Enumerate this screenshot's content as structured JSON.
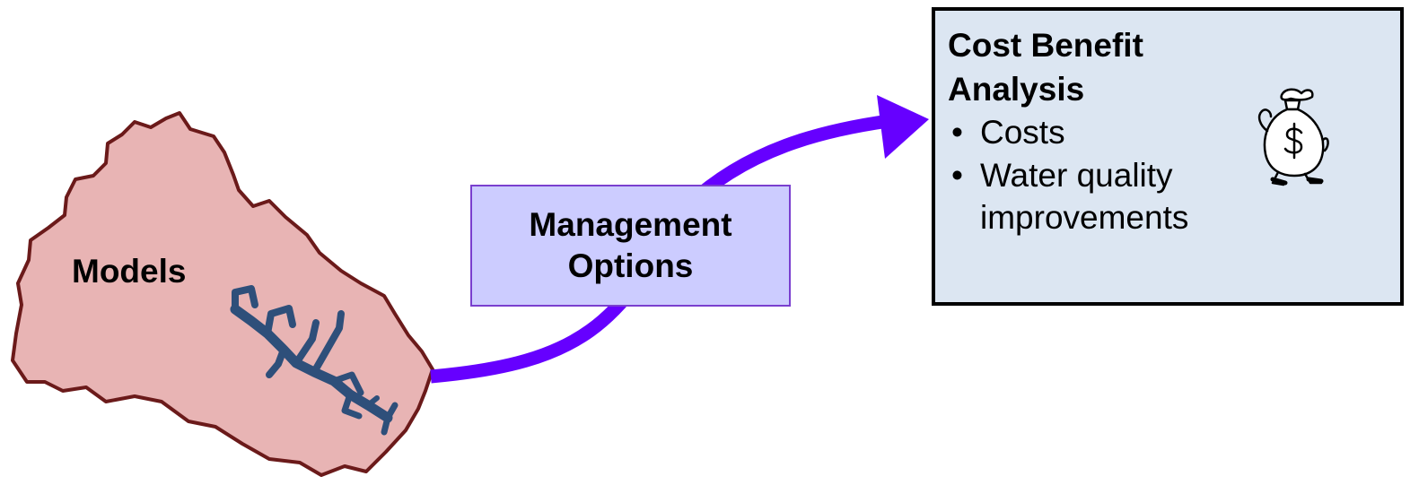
{
  "models": {
    "label": "Models"
  },
  "management": {
    "line1": "Management",
    "line2": "Options"
  },
  "cba": {
    "title_line1": "Cost Benefit",
    "title_line2": "Analysis",
    "bullets": [
      "Costs",
      "Water quality improvements"
    ],
    "bullet_char": "•"
  },
  "colors": {
    "watershed_fill": "#e8b4b4",
    "watershed_border": "#6b1a1a",
    "river": "#2e4f7a",
    "arrow": "#6600ff",
    "mgmt_box_fill": "#ccccff",
    "cba_box_fill": "#dce6f2"
  },
  "icons": {
    "money_bag": "money-bag-icon"
  }
}
